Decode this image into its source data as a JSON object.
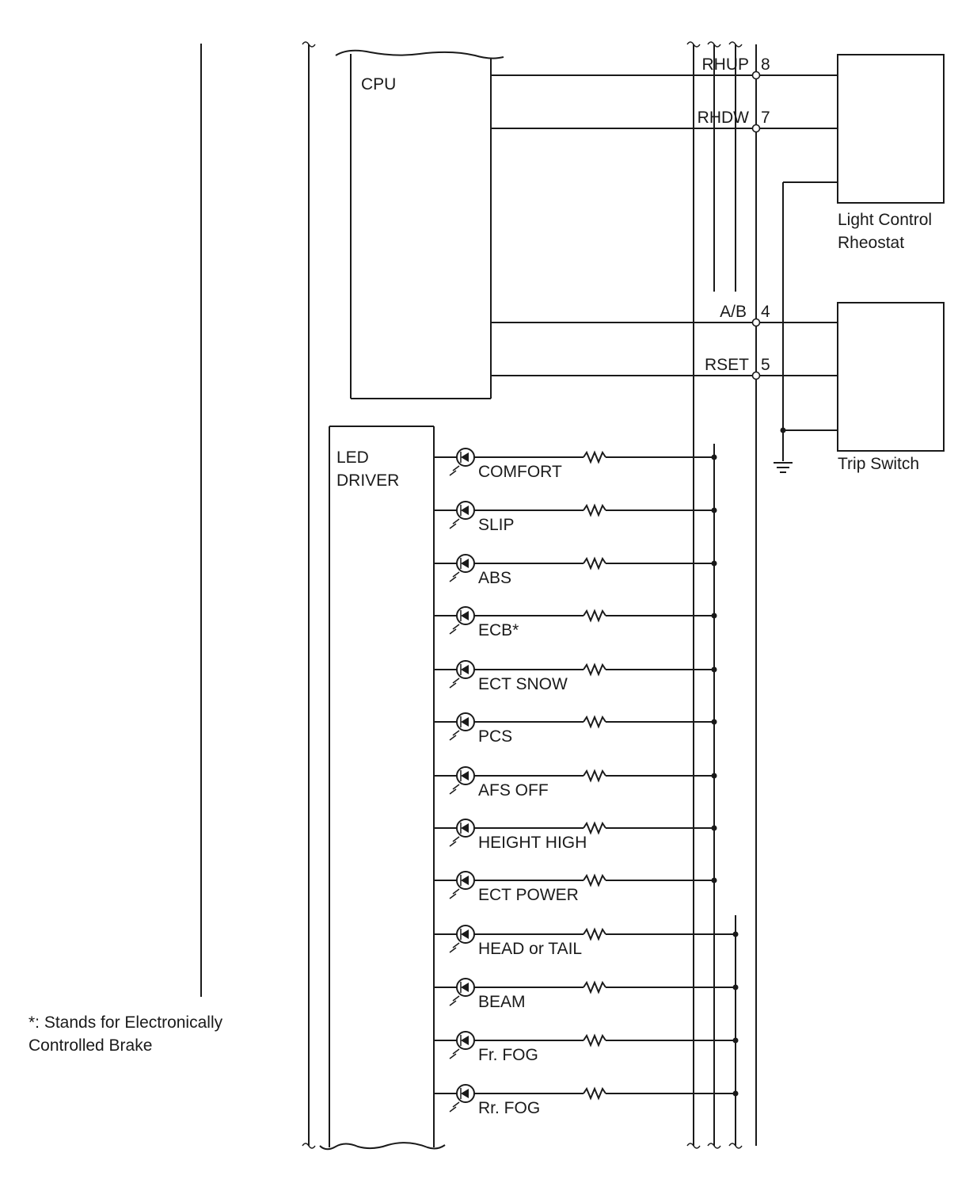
{
  "cpu": {
    "label": "CPU"
  },
  "led_driver": {
    "label_line1": "LED",
    "label_line2": "DRIVER"
  },
  "terminals": [
    {
      "signal": "RHUP",
      "pin": "8"
    },
    {
      "signal": "RHDW",
      "pin": "7"
    },
    {
      "signal": "A/B",
      "pin": "4"
    },
    {
      "signal": "RSET",
      "pin": "5"
    }
  ],
  "components": {
    "rheostat": {
      "line1": "Light Control",
      "line2": "Rheostat"
    },
    "trip_switch": {
      "label": "Trip Switch"
    }
  },
  "indicators": [
    "COMFORT",
    "SLIP",
    "ABS",
    "ECB*",
    "ECT SNOW",
    "PCS",
    "AFS OFF",
    "HEIGHT HIGH",
    "ECT POWER",
    "HEAD or TAIL",
    "BEAM",
    "Fr. FOG",
    "Rr. FOG"
  ],
  "footnote": {
    "line1": "*: Stands for Electronically",
    "line2": "Controlled Brake"
  }
}
